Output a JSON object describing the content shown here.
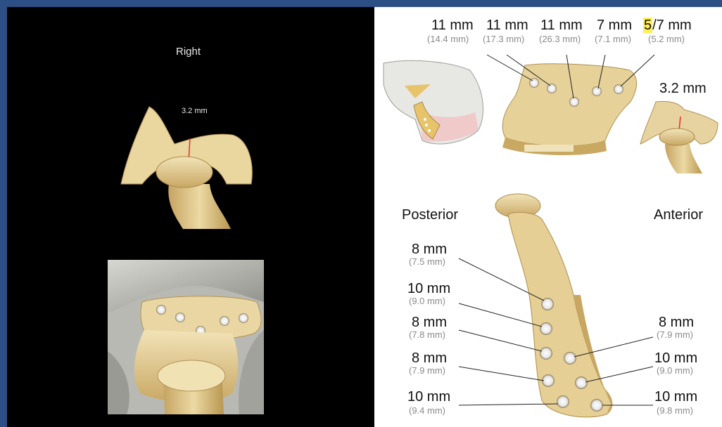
{
  "left": {
    "side_label": "Right",
    "thickness_label": "3.2 mm"
  },
  "right": {
    "thickness_label": "3.2 mm",
    "posterior_label": "Posterior",
    "anterior_label": "Anterior",
    "top_screws": [
      {
        "nominal": "11 mm",
        "measured": "(14.4 mm)"
      },
      {
        "nominal": "11 mm",
        "measured": "(17.3 mm)"
      },
      {
        "nominal": "11 mm",
        "measured": "(26.3 mm)"
      },
      {
        "nominal": "7 mm",
        "measured": "(7.1 mm)"
      },
      {
        "nominal_highlight": "5",
        "nominal_rest": "/7 mm",
        "measured": "(5.2 mm)"
      }
    ],
    "posterior_screws": [
      {
        "nominal": "8 mm",
        "measured": "(7.5 mm)"
      },
      {
        "nominal": "10 mm",
        "measured": "(9.0 mm)"
      },
      {
        "nominal": "8 mm",
        "measured": "(7.8 mm)"
      },
      {
        "nominal": "8 mm",
        "measured": "(7.9 mm)"
      },
      {
        "nominal": "10 mm",
        "measured": "(9.4 mm)"
      }
    ],
    "anterior_screws": [
      {
        "nominal": "8 mm",
        "measured": "(7.9 mm)"
      },
      {
        "nominal": "10 mm",
        "measured": "(9.0 mm)"
      },
      {
        "nominal": "10 mm",
        "measured": "(9.8 mm)"
      }
    ]
  },
  "colors": {
    "frame_blue": "#2c4f86",
    "implant_tan": "#ead7a0",
    "implant_shade": "#c8a863",
    "cut_line": "#e03030"
  }
}
